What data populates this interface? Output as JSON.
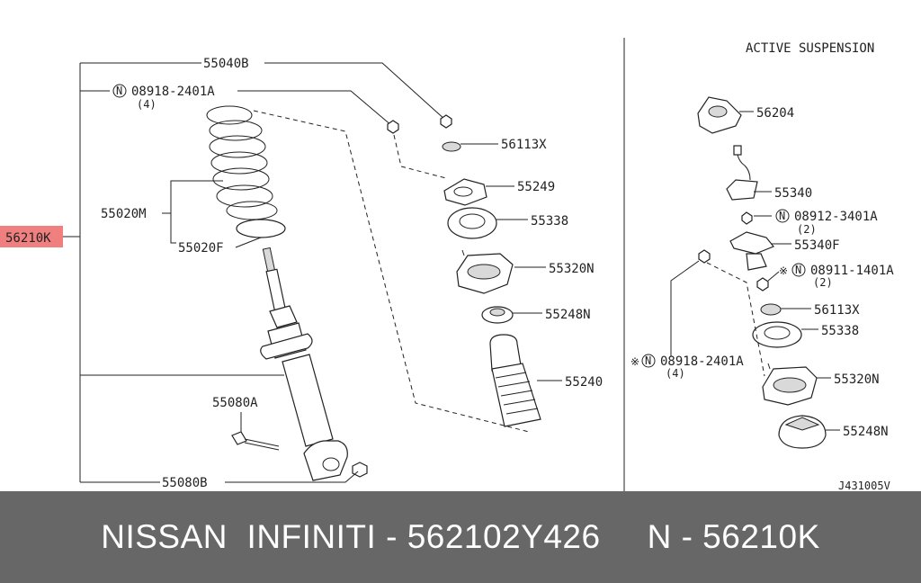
{
  "header": {
    "section_title": "ACTIVE SUSPENSION",
    "code": "J431005V"
  },
  "highlight": {
    "label": "56210K",
    "color": "#f08080"
  },
  "left_labels": {
    "p55040B": "55040B",
    "p08918": "08918-2401A",
    "p08918_qty": "(4)",
    "p56113X": "56113X",
    "p55249": "55249",
    "p55338": "55338",
    "p55020M": "55020M",
    "p55020F": "55020F",
    "p55320N": "55320N",
    "p55248N": "55248N",
    "p55240": "55240",
    "p55080A": "55080A",
    "p55080B": "55080B"
  },
  "right_labels": {
    "p56204": "56204",
    "p55340": "55340",
    "p08912": "08912-3401A",
    "p08912_qty": "(2)",
    "p55340F": "55340F",
    "p08911": "08911-1401A",
    "p08911_qty": "(2)",
    "p56113X": "56113X",
    "p55338": "55338",
    "p08918": "08918-2401A",
    "p08918_qty": "(4)",
    "p55320N": "55320N",
    "p55248N": "55248N"
  },
  "symbols": {
    "nut": "N",
    "asterisk": "※"
  },
  "footer": {
    "left": "NISSAN  INFINITI - 562102Y426",
    "right": "N - 56210K"
  }
}
